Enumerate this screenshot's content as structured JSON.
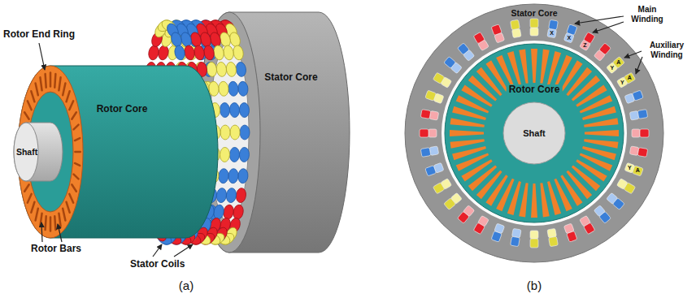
{
  "diagram": {
    "nodes": [
      {
        "text": [
          "Stator Core"
        ]
      },
      {
        "text": [
          "Rotor Core"
        ],
        "in": 0
      },
      {
        "text": [
          "Shaft"
        ],
        "in": 1
      }
    ],
    "labels": [
      "Rotor End Ring",
      "Rotor Core",
      "Stator Core",
      "Shaft",
      "Rotor Bars",
      "Stator Coils",
      "(a)",
      "(b)",
      "Main Winding",
      "Auxiliary Winding",
      "X",
      "X",
      "Z",
      "Y",
      "A",
      "Y",
      "A",
      "Y",
      "A"
    ]
  }
}
